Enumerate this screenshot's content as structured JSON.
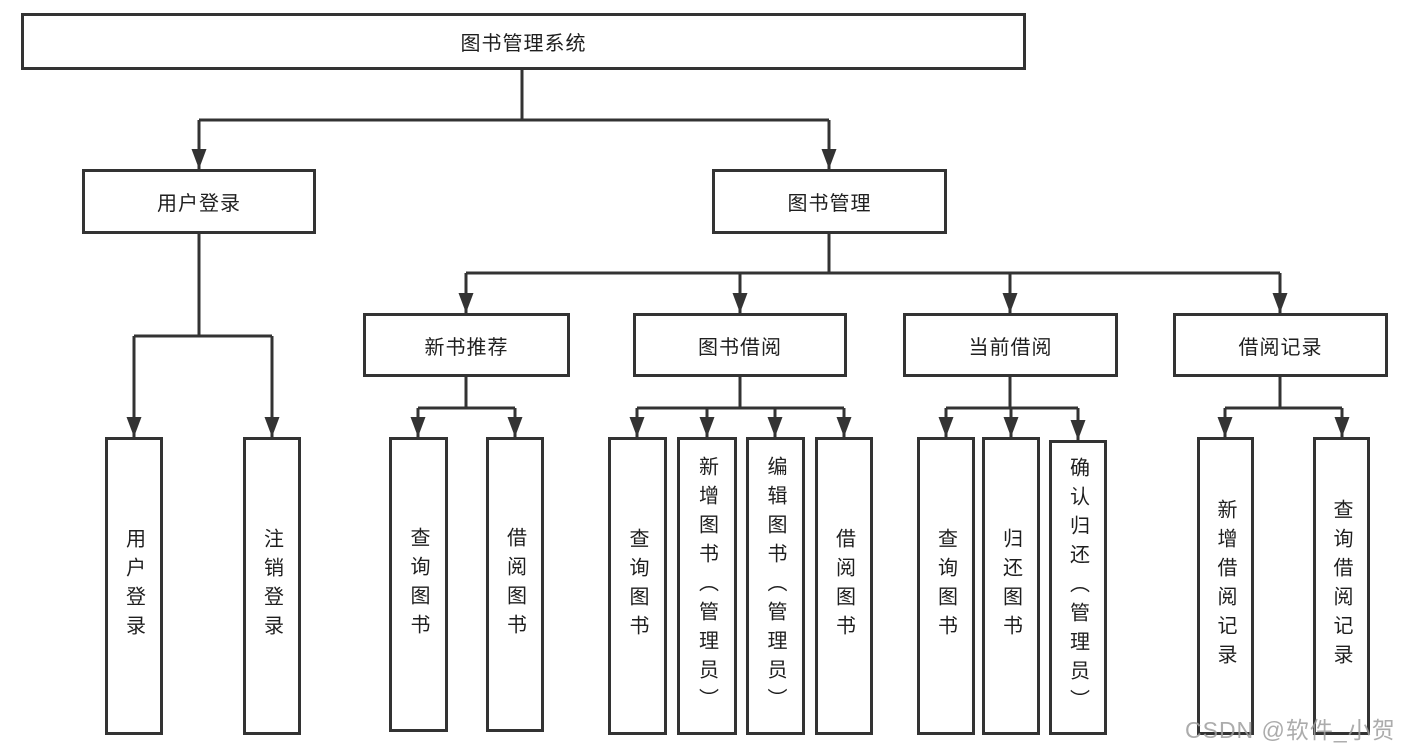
{
  "diagram": {
    "type": "hierarchy-tree",
    "title": "图书管理系统",
    "tree": {
      "label": "图书管理系统",
      "children": [
        {
          "label": "用户登录",
          "children": [
            {
              "label": "用户登录"
            },
            {
              "label": "注销登录"
            }
          ]
        },
        {
          "label": "图书管理",
          "children": [
            {
              "label": "新书推荐",
              "children": [
                {
                  "label": "查询图书"
                },
                {
                  "label": "借阅图书"
                }
              ]
            },
            {
              "label": "图书借阅",
              "children": [
                {
                  "label": "查询图书"
                },
                {
                  "label": "新增图书（管理员）"
                },
                {
                  "label": "编辑图书（管理员）"
                },
                {
                  "label": "借阅图书"
                }
              ]
            },
            {
              "label": "当前借阅",
              "children": [
                {
                  "label": "查询图书"
                },
                {
                  "label": "归还图书"
                },
                {
                  "label": "确认归还（管理员）"
                }
              ]
            },
            {
              "label": "借阅记录",
              "children": [
                {
                  "label": "新增借阅记录"
                },
                {
                  "label": "查询借阅记录"
                }
              ]
            }
          ]
        }
      ]
    }
  },
  "watermark": {
    "text": "CSDN @软件_小贺同学"
  },
  "colors": {
    "line": "#333333",
    "box_border": "#333333",
    "box_background": "#ffffff",
    "text": "#1f1f1f",
    "watermark": "#9e9e9e",
    "page_background": "#ffffff"
  }
}
